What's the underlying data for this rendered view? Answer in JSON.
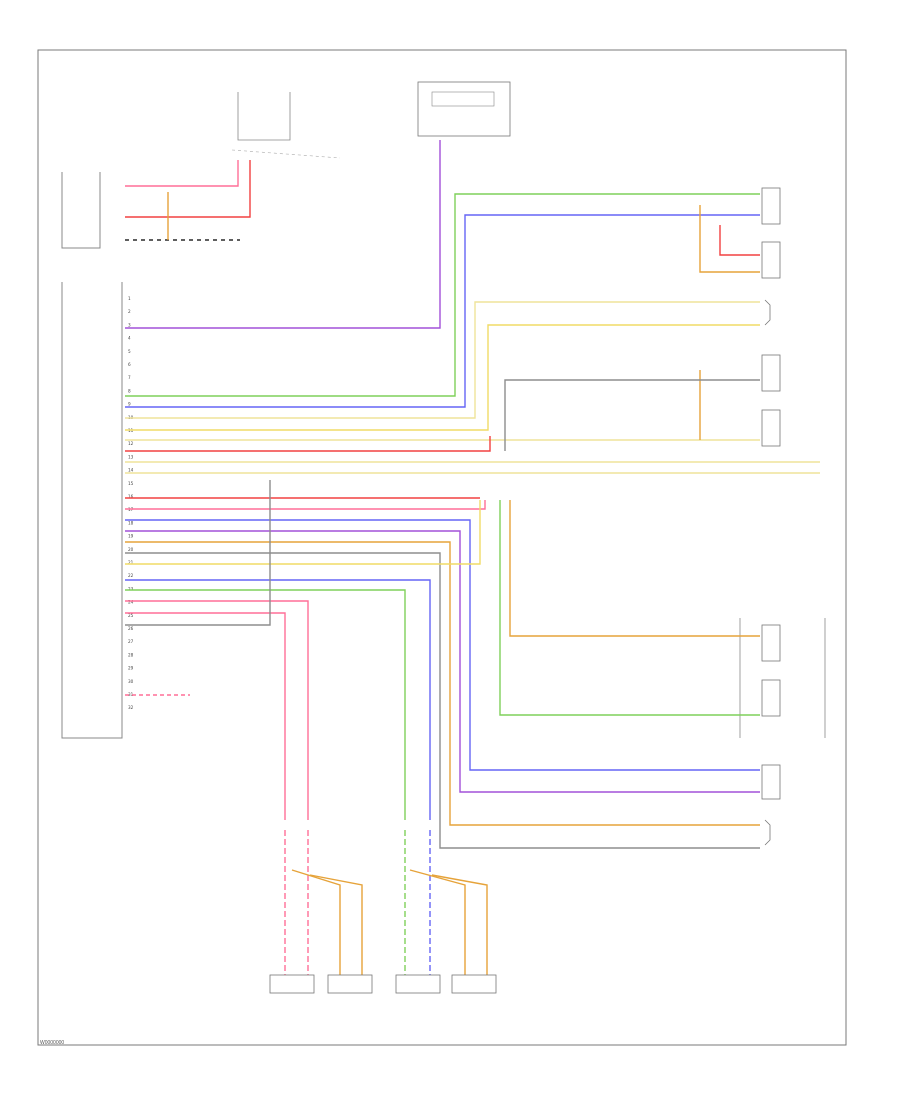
{
  "page_code": "W0000000",
  "amp": {
    "pins": [
      "1",
      "2",
      "3",
      "4",
      "5",
      "6",
      "7",
      "8",
      "9",
      "10",
      "11",
      "12",
      "13",
      "14",
      "15",
      "16",
      "17",
      "18",
      "19",
      "20",
      "21",
      "22",
      "23",
      "24",
      "25",
      "26",
      "27",
      "28",
      "29",
      "30",
      "31",
      "32"
    ]
  },
  "colors": {
    "pink": "#ff6f97",
    "red": "#f24040",
    "orange": "#e6a33a",
    "yellow": "#f1dc67",
    "light_yellow": "#efe49a",
    "blue": "#6565f5",
    "purple": "#a250d8",
    "green": "#7fd05a",
    "grey": "#8d8d8d",
    "black": "#2a2a2a"
  }
}
